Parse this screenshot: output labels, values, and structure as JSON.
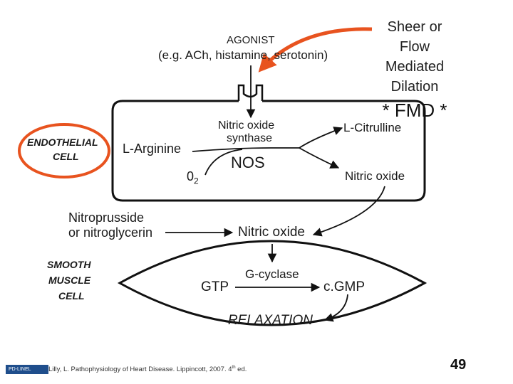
{
  "diagram": {
    "agonist_title": "AGONIST",
    "agonist_examples": "(e.g. ACh, histamine, serotonin)",
    "callout": {
      "line1": "Sheer or",
      "line2": "Flow",
      "line3": "Mediated",
      "line4": "Dilation",
      "fmd": "* FMD *",
      "accent": "#e8531f"
    },
    "endothelial_cell": {
      "line1": "ENDOTHELIAL",
      "line2": "CELL"
    },
    "l_arginine": "L-Arginine",
    "enzyme_line1": "Nitric oxide",
    "enzyme_line2": "synthase",
    "nos": "NOS",
    "o2": "0",
    "o2_sub": "2",
    "l_citrulline": "L-Citrulline",
    "nitric_oxide_cell": "Nitric oxide",
    "nitro_line1": "Nitroprusside",
    "nitro_line2": "or nitroglycerin",
    "nitric_oxide_muscle": "Nitric oxide",
    "smooth_muscle": {
      "line1": "SMOOTH",
      "line2": "MUSCLE",
      "line3": "CELL"
    },
    "gtp": "GTP",
    "g_cyclase": "G-cyclase",
    "cgmp": "c.GMP",
    "relaxation": "RELAXATION"
  },
  "footer": {
    "citation": "Lilly, L. Pathophysiology of Heart Disease. Lippincott, 2007. 4",
    "citation_sup": "th",
    "citation_end": " ed.",
    "page_number": "49",
    "logo_text": "PD-LINEL"
  }
}
